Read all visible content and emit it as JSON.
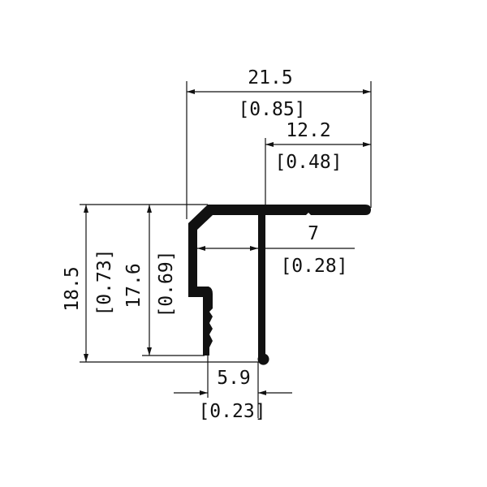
{
  "dimensions": {
    "overall_width": {
      "mm": "21.5",
      "in": "[0.85]"
    },
    "flange_width": {
      "mm": "12.2",
      "in": "[0.48]"
    },
    "inner_gap": {
      "mm": "7",
      "in": "[0.28]"
    },
    "overall_height": {
      "mm": "18.5",
      "in": "[0.73]"
    },
    "wall_height": {
      "mm": "17.6",
      "in": "[0.69]"
    },
    "base_gap": {
      "mm": "5.9",
      "in": "[0.23]"
    }
  },
  "colors": {
    "profile": "#111111",
    "background": "#ffffff"
  }
}
